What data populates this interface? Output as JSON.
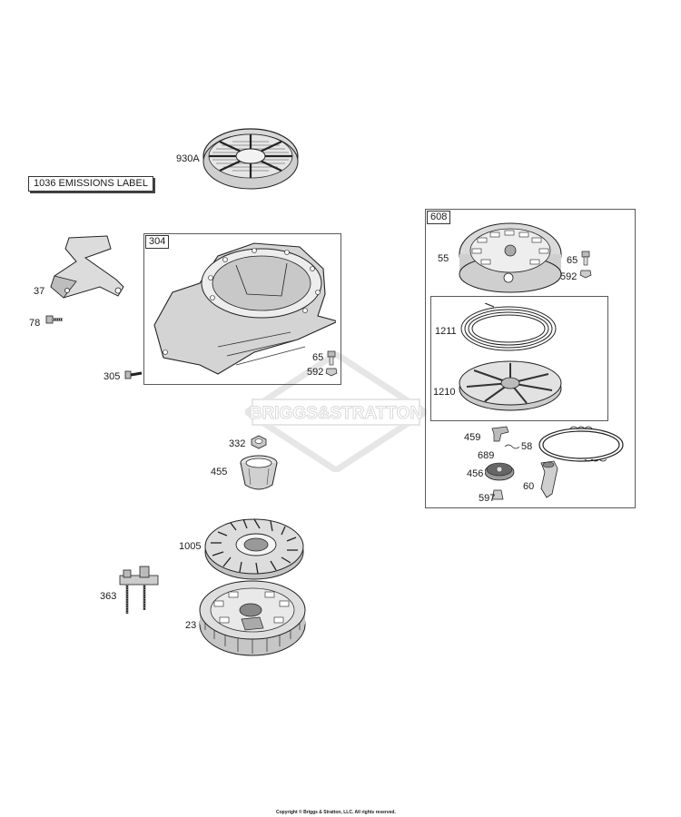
{
  "emissions_label": "1036 EMISSIONS LABEL",
  "boxes": {
    "blower": "304",
    "starter": "608"
  },
  "callouts": {
    "p930A": "930A",
    "p37": "37",
    "p78": "78",
    "p305": "305",
    "p65a": "65",
    "p592a": "592",
    "p55": "55",
    "p65b": "65",
    "p592b": "592",
    "p1211": "1211",
    "p1210": "1210",
    "p459": "459",
    "p58": "58",
    "p689": "689",
    "p456": "456",
    "p60": "60",
    "p597": "597",
    "p332": "332",
    "p455": "455",
    "p1005": "1005",
    "p363": "363",
    "p23": "23"
  },
  "watermark": "BRIGGS&STRATTON",
  "copyright": "Copyright © Briggs & Stratton, LLC. All rights reserved."
}
